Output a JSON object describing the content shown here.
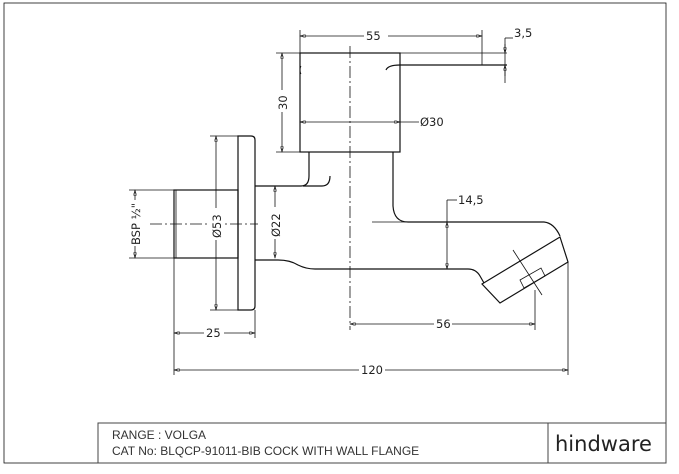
{
  "drawing": {
    "dimensions": {
      "handle_width": "55",
      "lever_thickness": "3,5",
      "handle_height": "30",
      "handle_diameter": "Ø30",
      "thread": "BSP ½\"",
      "flange_diameter": "Ø53",
      "body_diameter": "Ø22",
      "spout_height": "14,5",
      "spout_reach": "56",
      "flange_depth": "25",
      "overall_length": "120"
    }
  },
  "title_block": {
    "range": "RANGE : VOLGA",
    "catalog": "CAT No: BLQCP-91011-BIB COCK WITH WALL FLANGE",
    "brand": "hindware"
  }
}
